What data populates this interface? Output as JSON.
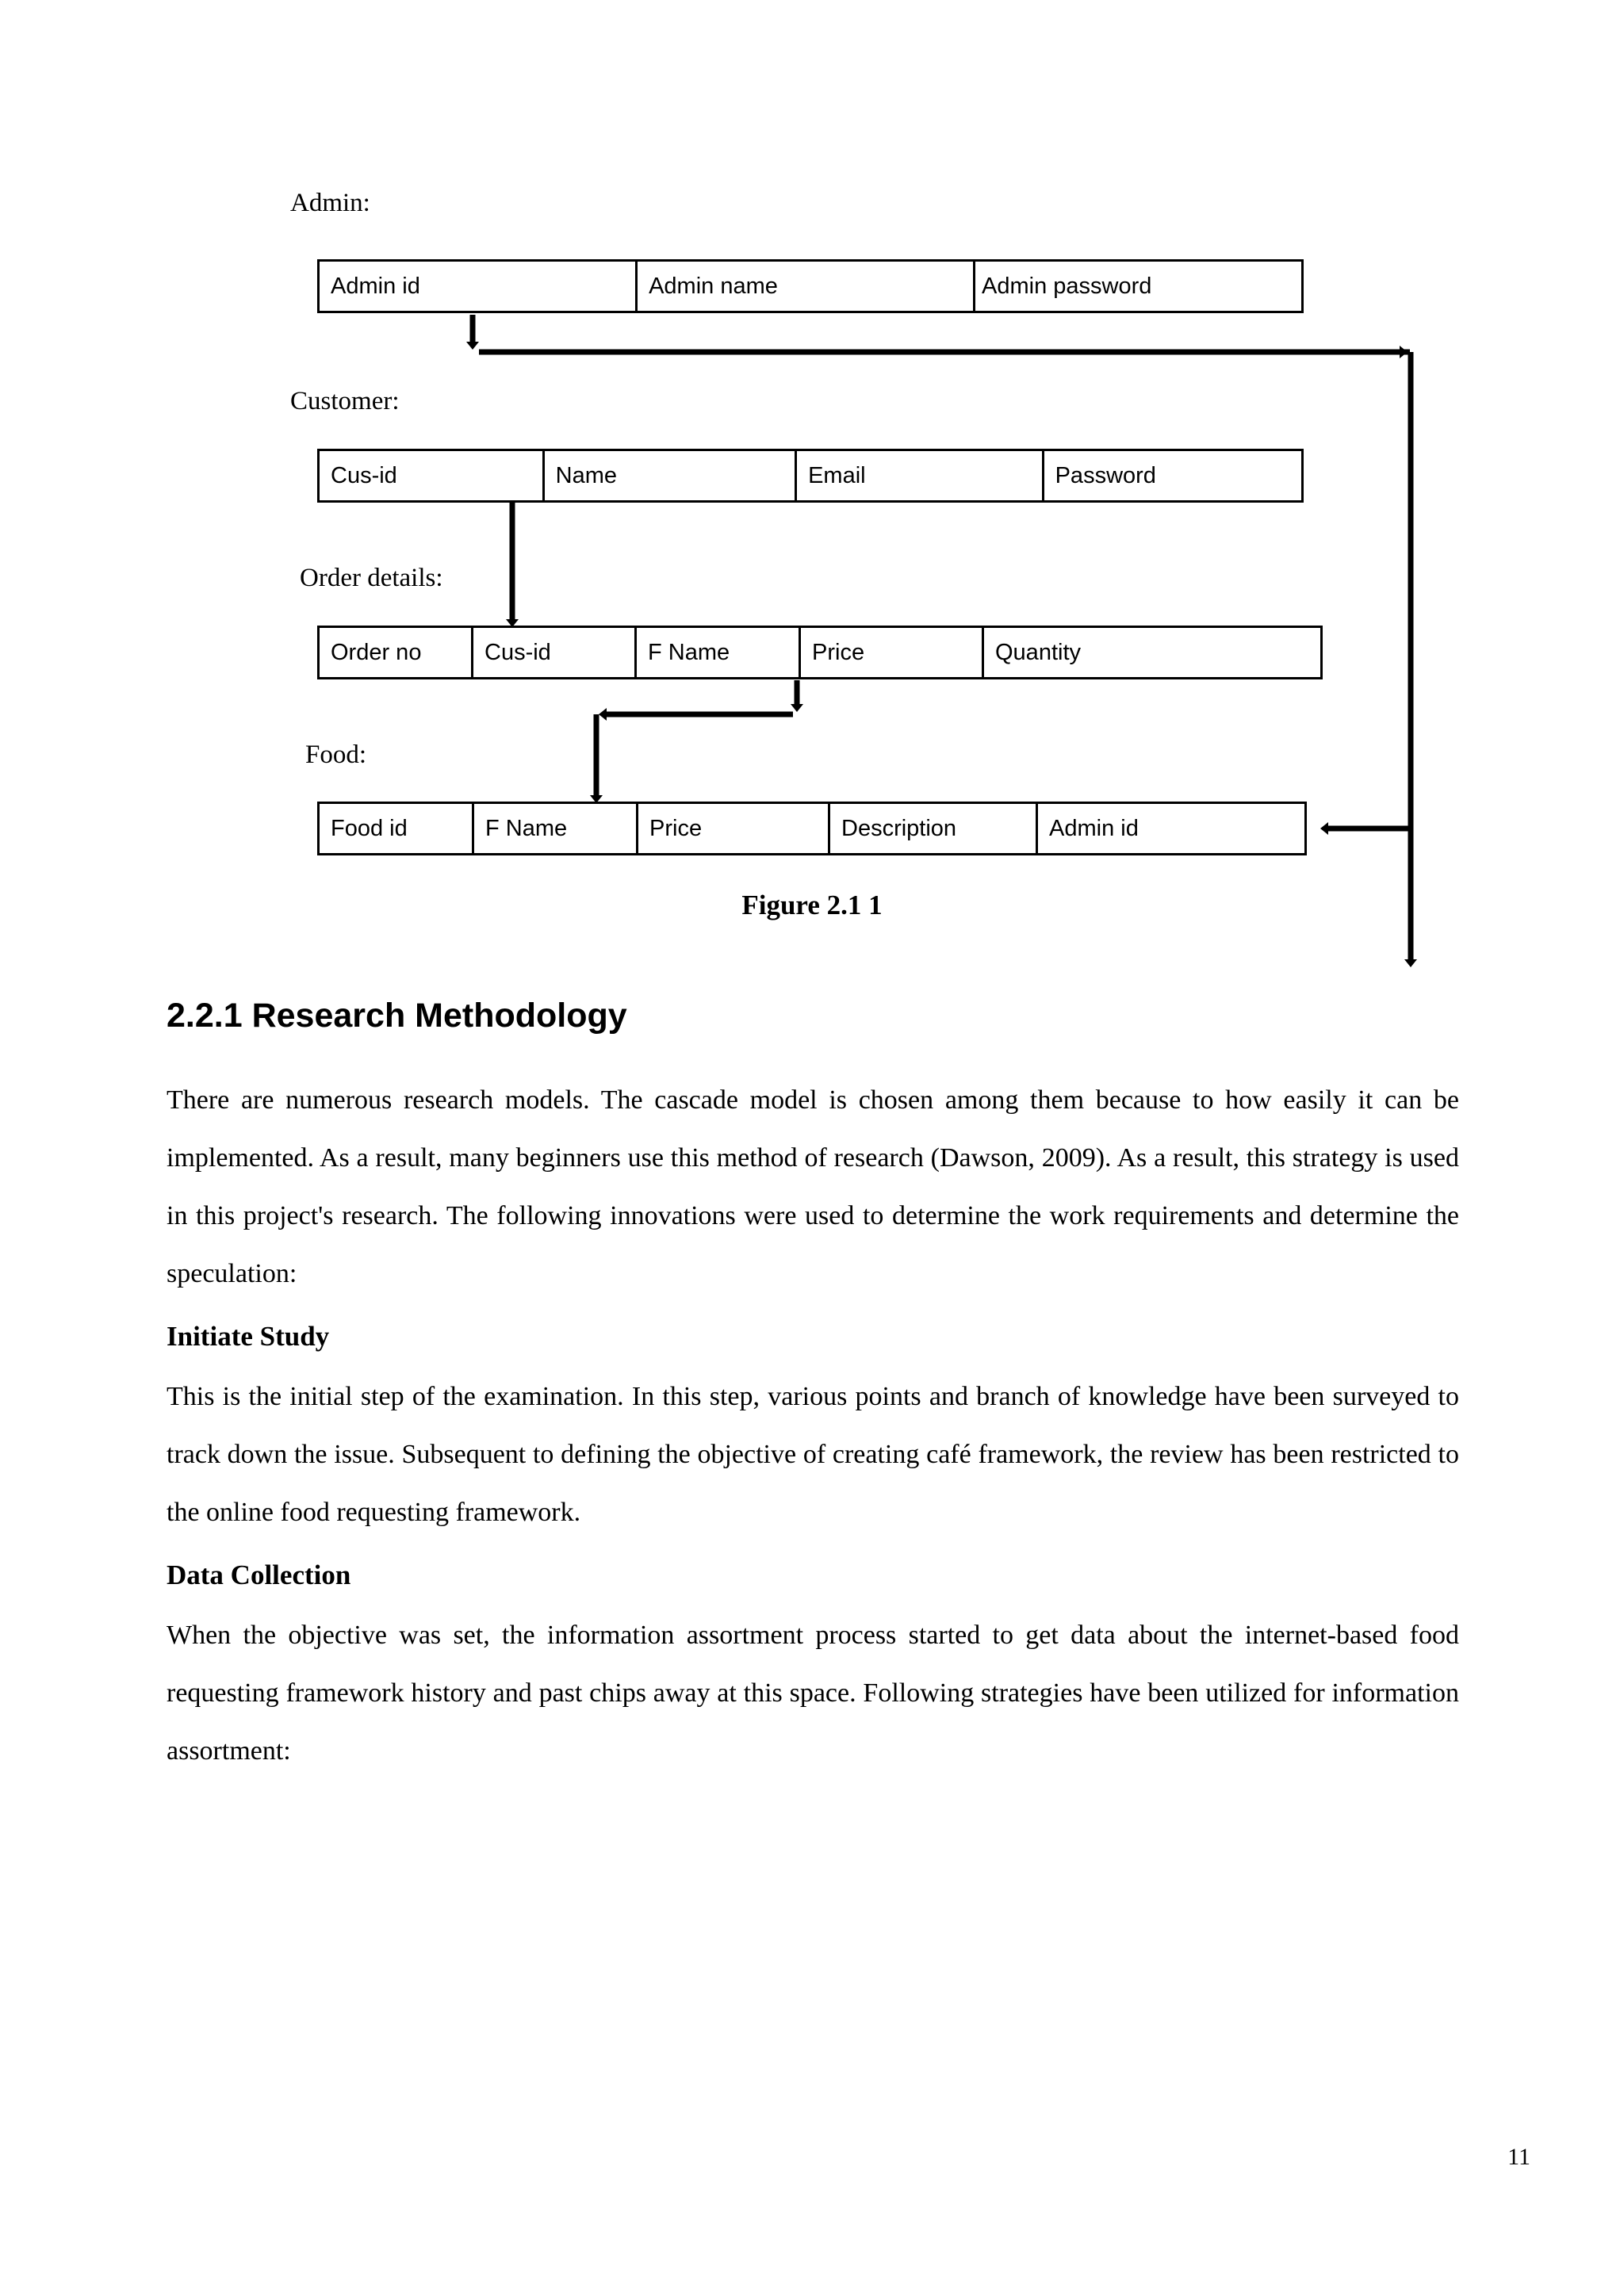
{
  "figure": {
    "caption": "Figure 2.1 1",
    "entities": [
      {
        "label": "Admin:",
        "columns": [
          "Admin id",
          "Admin name",
          "Admin password"
        ]
      },
      {
        "label": "Customer:",
        "columns": [
          "Cus-id",
          "Name",
          "Email",
          "Password"
        ]
      },
      {
        "label": "Order details:",
        "columns": [
          "Order no",
          "Cus-id",
          "F Name",
          "Price",
          "Quantity"
        ]
      },
      {
        "label": "Food:",
        "columns": [
          "Food id",
          "F Name",
          "Price",
          "Description",
          "Admin id"
        ]
      }
    ]
  },
  "content": {
    "section_heading": "2.2.1 Research Methodology",
    "paragraph_1": "There are numerous research models. The cascade model is chosen among them because to how easily it can be implemented. As a result, many beginners use this method of research (Dawson, 2009). As a result, this strategy is used in this project's research. The following innovations were used to determine the work requirements and determine the speculation:",
    "subheading_1": "Initiate Study",
    "paragraph_2": "This is the initial step of the examination. In this step, various points and branch  of knowledge have been surveyed to track down the issue. Subsequent to defining the objective of creating café framework, the review has been restricted to the online food requesting framework.",
    "subheading_2": "Data Collection",
    "paragraph_3": "When the objective was set, the information assortment process started to get data about the internet-based food requesting framework history and past chips away at this space. Following strategies have been utilized for information assortment:"
  },
  "footer": {
    "page_number": "11"
  }
}
